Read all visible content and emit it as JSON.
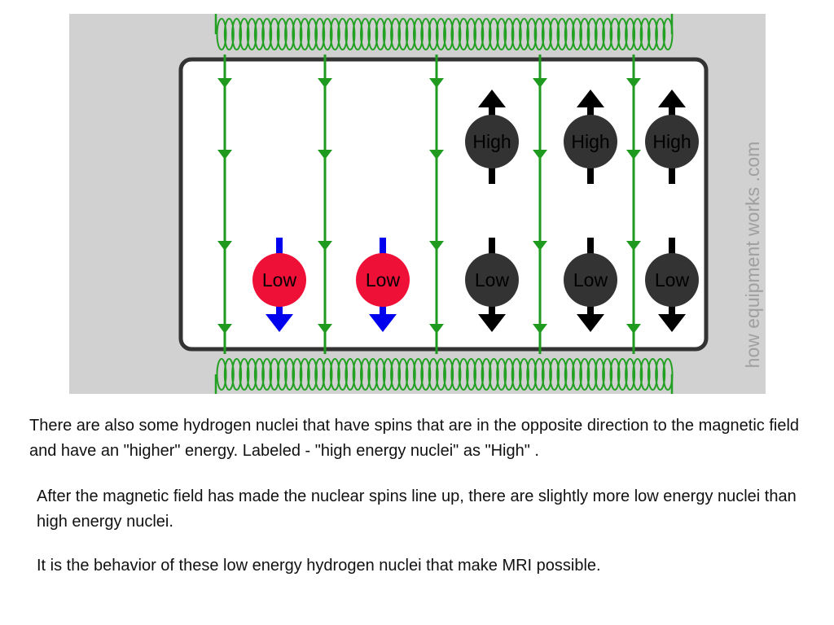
{
  "diagram": {
    "watermark": "how equipment works .com",
    "nuclei": [
      {
        "label": "Low",
        "energy": "low",
        "spin": "down",
        "color": "red"
      },
      {
        "label": "Low",
        "energy": "low",
        "spin": "down",
        "color": "red"
      },
      {
        "label": "High",
        "energy": "high",
        "spin": "up",
        "color": "dark"
      },
      {
        "label": "Low",
        "energy": "low",
        "spin": "down",
        "color": "dark"
      },
      {
        "label": "High",
        "energy": "high",
        "spin": "up",
        "color": "dark"
      },
      {
        "label": "Low",
        "energy": "low",
        "spin": "down",
        "color": "dark"
      },
      {
        "label": "High",
        "energy": "high",
        "spin": "up",
        "color": "dark"
      },
      {
        "label": "Low",
        "energy": "low",
        "spin": "down",
        "color": "dark"
      }
    ],
    "colors": {
      "coil": "#22a022",
      "field_line": "#1f9a1f",
      "low_nucleus": "#ef1038",
      "low_arrow": "#0000ee",
      "dark_nucleus": "#333333",
      "dark_arrow": "#000000",
      "background": "#d1d1d1"
    }
  },
  "text": {
    "p1": "There are also some hydrogen nuclei that have spins that are in the opposite direction to the magnetic field and have an \"higher\" energy. Labeled - \"high energy nuclei\" as \"High\" .",
    "p2": "After the magnetic field has made the nuclear spins line up, there are slightly more low energy nuclei than high energy nuclei.",
    "p3": "It is the behavior of these low energy hydrogen nuclei that make MRI possible."
  }
}
